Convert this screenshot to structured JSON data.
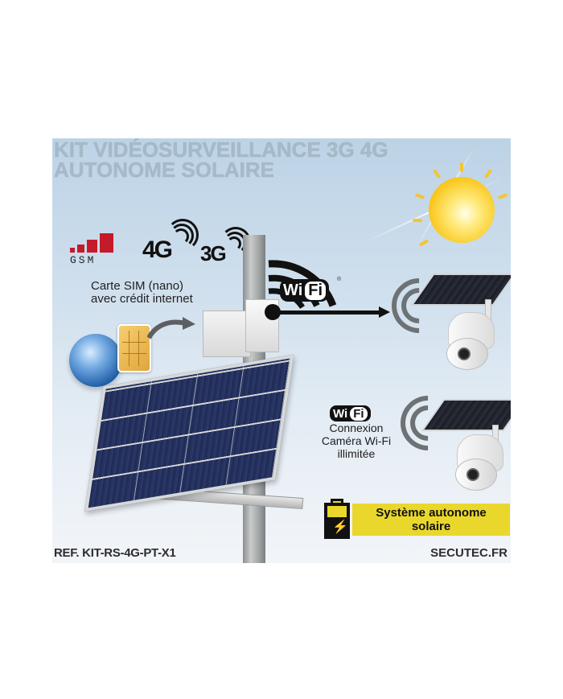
{
  "product_image": {
    "title_lines": [
      "KIT VIDÉOSURVEILLANCE 3G 4G",
      "AUTONOME SOLAIRE"
    ],
    "network": {
      "gsm_logo_text": "GSM",
      "badge_4g": "4G",
      "badge_3g": "3G",
      "sim_label_lines": [
        "Carte SIM (nano)",
        "avec crédit internet"
      ]
    },
    "wifi_link": {
      "badge_wi": "Wi",
      "badge_fi": "Fi",
      "registered_mark": "®"
    },
    "camera_wifi_label": {
      "badge_wi": "Wi",
      "badge_fi": "Fi",
      "lines": [
        "Connexion",
        "Caméra Wi-Fi",
        "illimitée"
      ]
    },
    "solar_banner": {
      "lines": [
        "Système autonome",
        "solaire"
      ],
      "icon": "battery-bolt-icon",
      "bolt_glyph": "⚡"
    },
    "reference": "REF. KIT-RS-4G-PT-X1",
    "website": "SECUTEC.FR",
    "colors": {
      "gsm_red": "#c41a2a",
      "banner_yellow": "#ead72c",
      "title_gray": "#a6b9c8",
      "sky_top": "#bcd3e6",
      "text_dark": "#2d2d2d"
    },
    "icons": [
      "sun-icon",
      "gsm-logo-icon",
      "signal-4g-icon",
      "signal-3g-icon",
      "globe-icon",
      "sim-card-icon",
      "router-icon",
      "solar-panel-icon",
      "wifi-arrow-icon",
      "camera-icon",
      "wifi-waves-icon",
      "battery-bolt-icon"
    ]
  }
}
